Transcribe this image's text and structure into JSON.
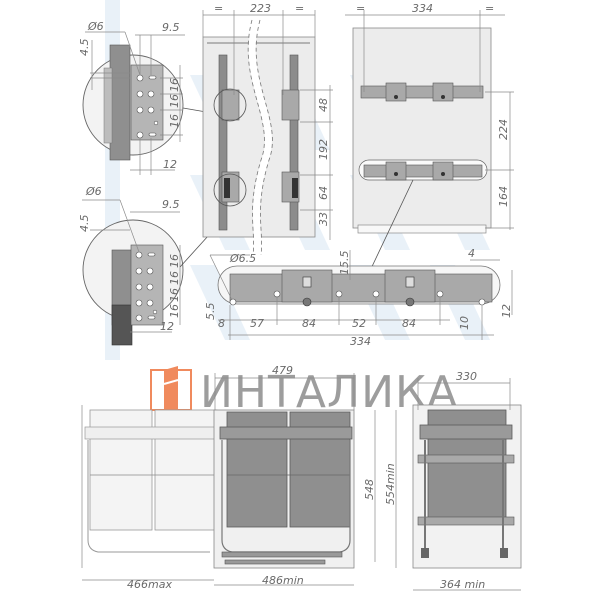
{
  "brand": {
    "logo_text": "ИНТАЛИКА",
    "logo_color": "#f08a5d",
    "text_color": "#8d8d8d",
    "watermark_color": "#cfe0ef"
  },
  "detail_top": {
    "diameter": "Ø6",
    "offset_x": "9.5",
    "offset_y": "4.5",
    "spacing": [
      "16",
      "16",
      "16"
    ],
    "bottom_width": "12"
  },
  "detail_bottom": {
    "diameter": "Ø6",
    "offset_x": "9.5",
    "offset_y": "4.5",
    "spacing": [
      "16",
      "16",
      "16",
      "16"
    ],
    "bottom_width": "12"
  },
  "side_view": {
    "width": "223",
    "equal_left": "=",
    "equal_right": "=",
    "dims_vertical": [
      "48",
      "192",
      "64",
      "33"
    ]
  },
  "back_view": {
    "width": "334",
    "equal_left": "=",
    "equal_right": "=",
    "dims_vertical": [
      "224",
      "164"
    ]
  },
  "rail_detail": {
    "hole_diameter": "Ø6.5",
    "top_offset": "15.5",
    "right_top": "4",
    "left_offset_y": "5.5",
    "right_height": "12",
    "inner_height": "10",
    "segments": [
      "8",
      "57",
      "84",
      "52",
      "84"
    ],
    "total": "334"
  },
  "front_view": {
    "top_width": "479",
    "left_extended": "466max",
    "cabinet_min": "486min",
    "height": "548",
    "height_min": "554min"
  },
  "side_profile": {
    "top_depth": "330",
    "cabinet_min": "364 min"
  }
}
